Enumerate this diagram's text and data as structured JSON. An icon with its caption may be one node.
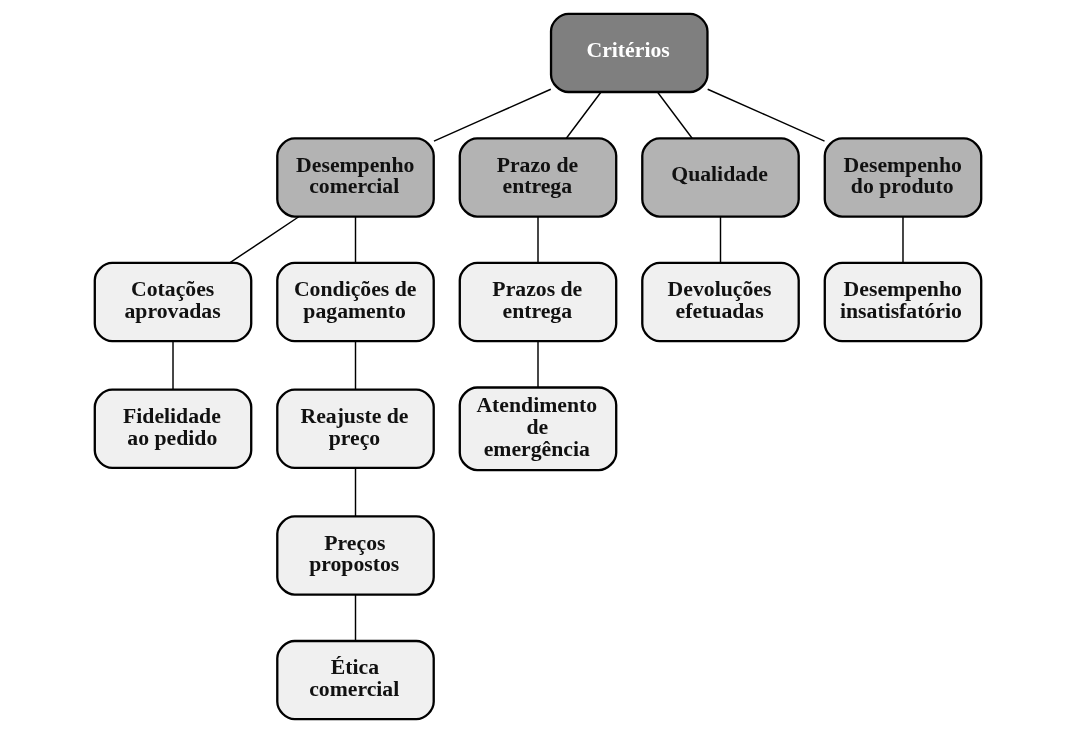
{
  "diagram": {
    "nodes": [
      {
        "text": [
          "Critérios"
        ]
      },
      {
        "text": [
          "Desempenho comercial"
        ]
      },
      {
        "text": [
          "Prazo de entrega"
        ]
      },
      {
        "text": [
          "Qualidade"
        ]
      },
      {
        "text": [
          "Desempenho do produto"
        ]
      },
      {
        "text": [
          "Cotações aprovadas"
        ]
      },
      {
        "text": [
          "Condições de pagamento"
        ]
      },
      {
        "text": [
          "Prazos de entrega"
        ]
      },
      {
        "text": [
          "Devoluções efetuadas"
        ]
      },
      {
        "text": [
          "Desempenho insatisfatório"
        ]
      },
      {
        "text": [
          "Fidelidade ao pedido"
        ]
      },
      {
        "text": [
          "Reajuste de preço"
        ]
      },
      {
        "text": [
          "Atendimento de emergência"
        ]
      },
      {
        "text": [
          "Preços propostos"
        ]
      },
      {
        "text": [
          "Ética comercial"
        ]
      }
    ],
    "edges": [
      {
        "from": 0,
        "to": 1,
        "arrow": "none"
      },
      {
        "from": 0,
        "to": 2,
        "arrow": "none"
      },
      {
        "from": 0,
        "to": 3,
        "arrow": "none"
      },
      {
        "from": 0,
        "to": 4,
        "arrow": "none"
      },
      {
        "from": 1,
        "to": 5,
        "arrow": "none"
      },
      {
        "from": 1,
        "to": 6,
        "arrow": "none"
      },
      {
        "from": 2,
        "to": 7,
        "arrow": "none"
      },
      {
        "from": 3,
        "to": 8,
        "arrow": "none"
      },
      {
        "from": 4,
        "to": 9,
        "arrow": "none"
      },
      {
        "from": 5,
        "to": 10,
        "arrow": "none"
      },
      {
        "from": 6,
        "to": 11,
        "arrow": "none"
      },
      {
        "from": 7,
        "to": 12,
        "arrow": "none"
      },
      {
        "from": 11,
        "to": 13,
        "arrow": "none"
      },
      {
        "from": 13,
        "to": 14,
        "arrow": "none"
      }
    ]
  }
}
